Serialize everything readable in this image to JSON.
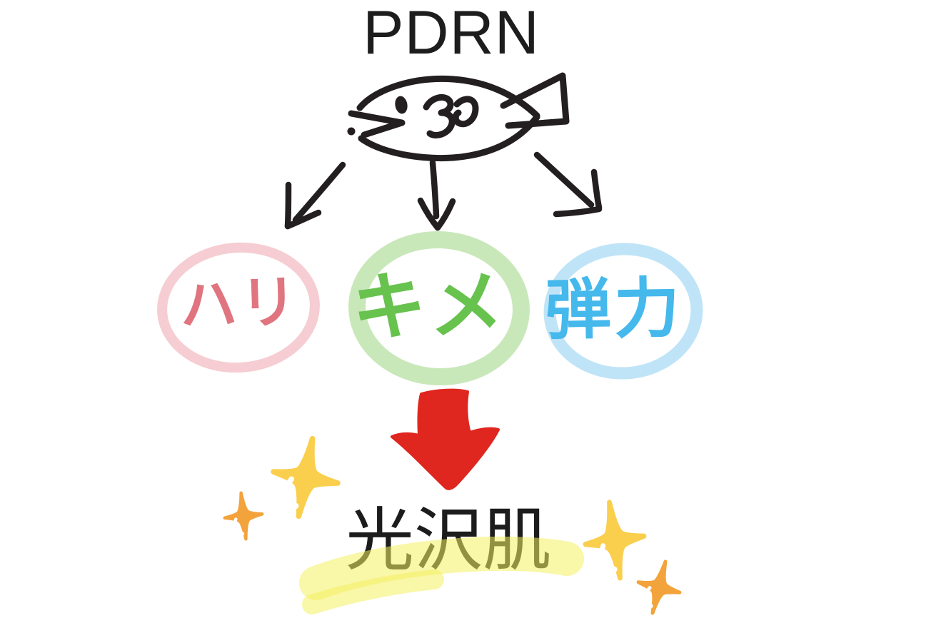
{
  "diagram": {
    "title": "PDRN",
    "source": {
      "icon": "fish-sketch",
      "ink_color": "#231f20"
    },
    "connectors": {
      "style": "hand-drawn-arrows",
      "count": 3,
      "color": "#231f20"
    },
    "benefits": [
      {
        "label": "ハリ",
        "text_color": "#e0747f",
        "circle_color": "#f5cdd2"
      },
      {
        "label": "キメ",
        "text_color": "#67c24e",
        "circle_color": "#c9e8ba"
      },
      {
        "label": "弾力",
        "text_color": "#45b8ec",
        "circle_color": "#c0e4f7"
      }
    ],
    "big_arrow": {
      "icon": "red-down-arrow",
      "color": "#df261f"
    },
    "result": {
      "label": "光沢肌",
      "text_color": "#1c1c1c",
      "highlight_color": "rgba(244,240,97,0.55)"
    },
    "decorations": {
      "sparkle_yellow": "#f9cf4d",
      "sparkle_orange": "#f3a33b",
      "sparkle_count": 4
    },
    "background_color": "#ffffff"
  }
}
